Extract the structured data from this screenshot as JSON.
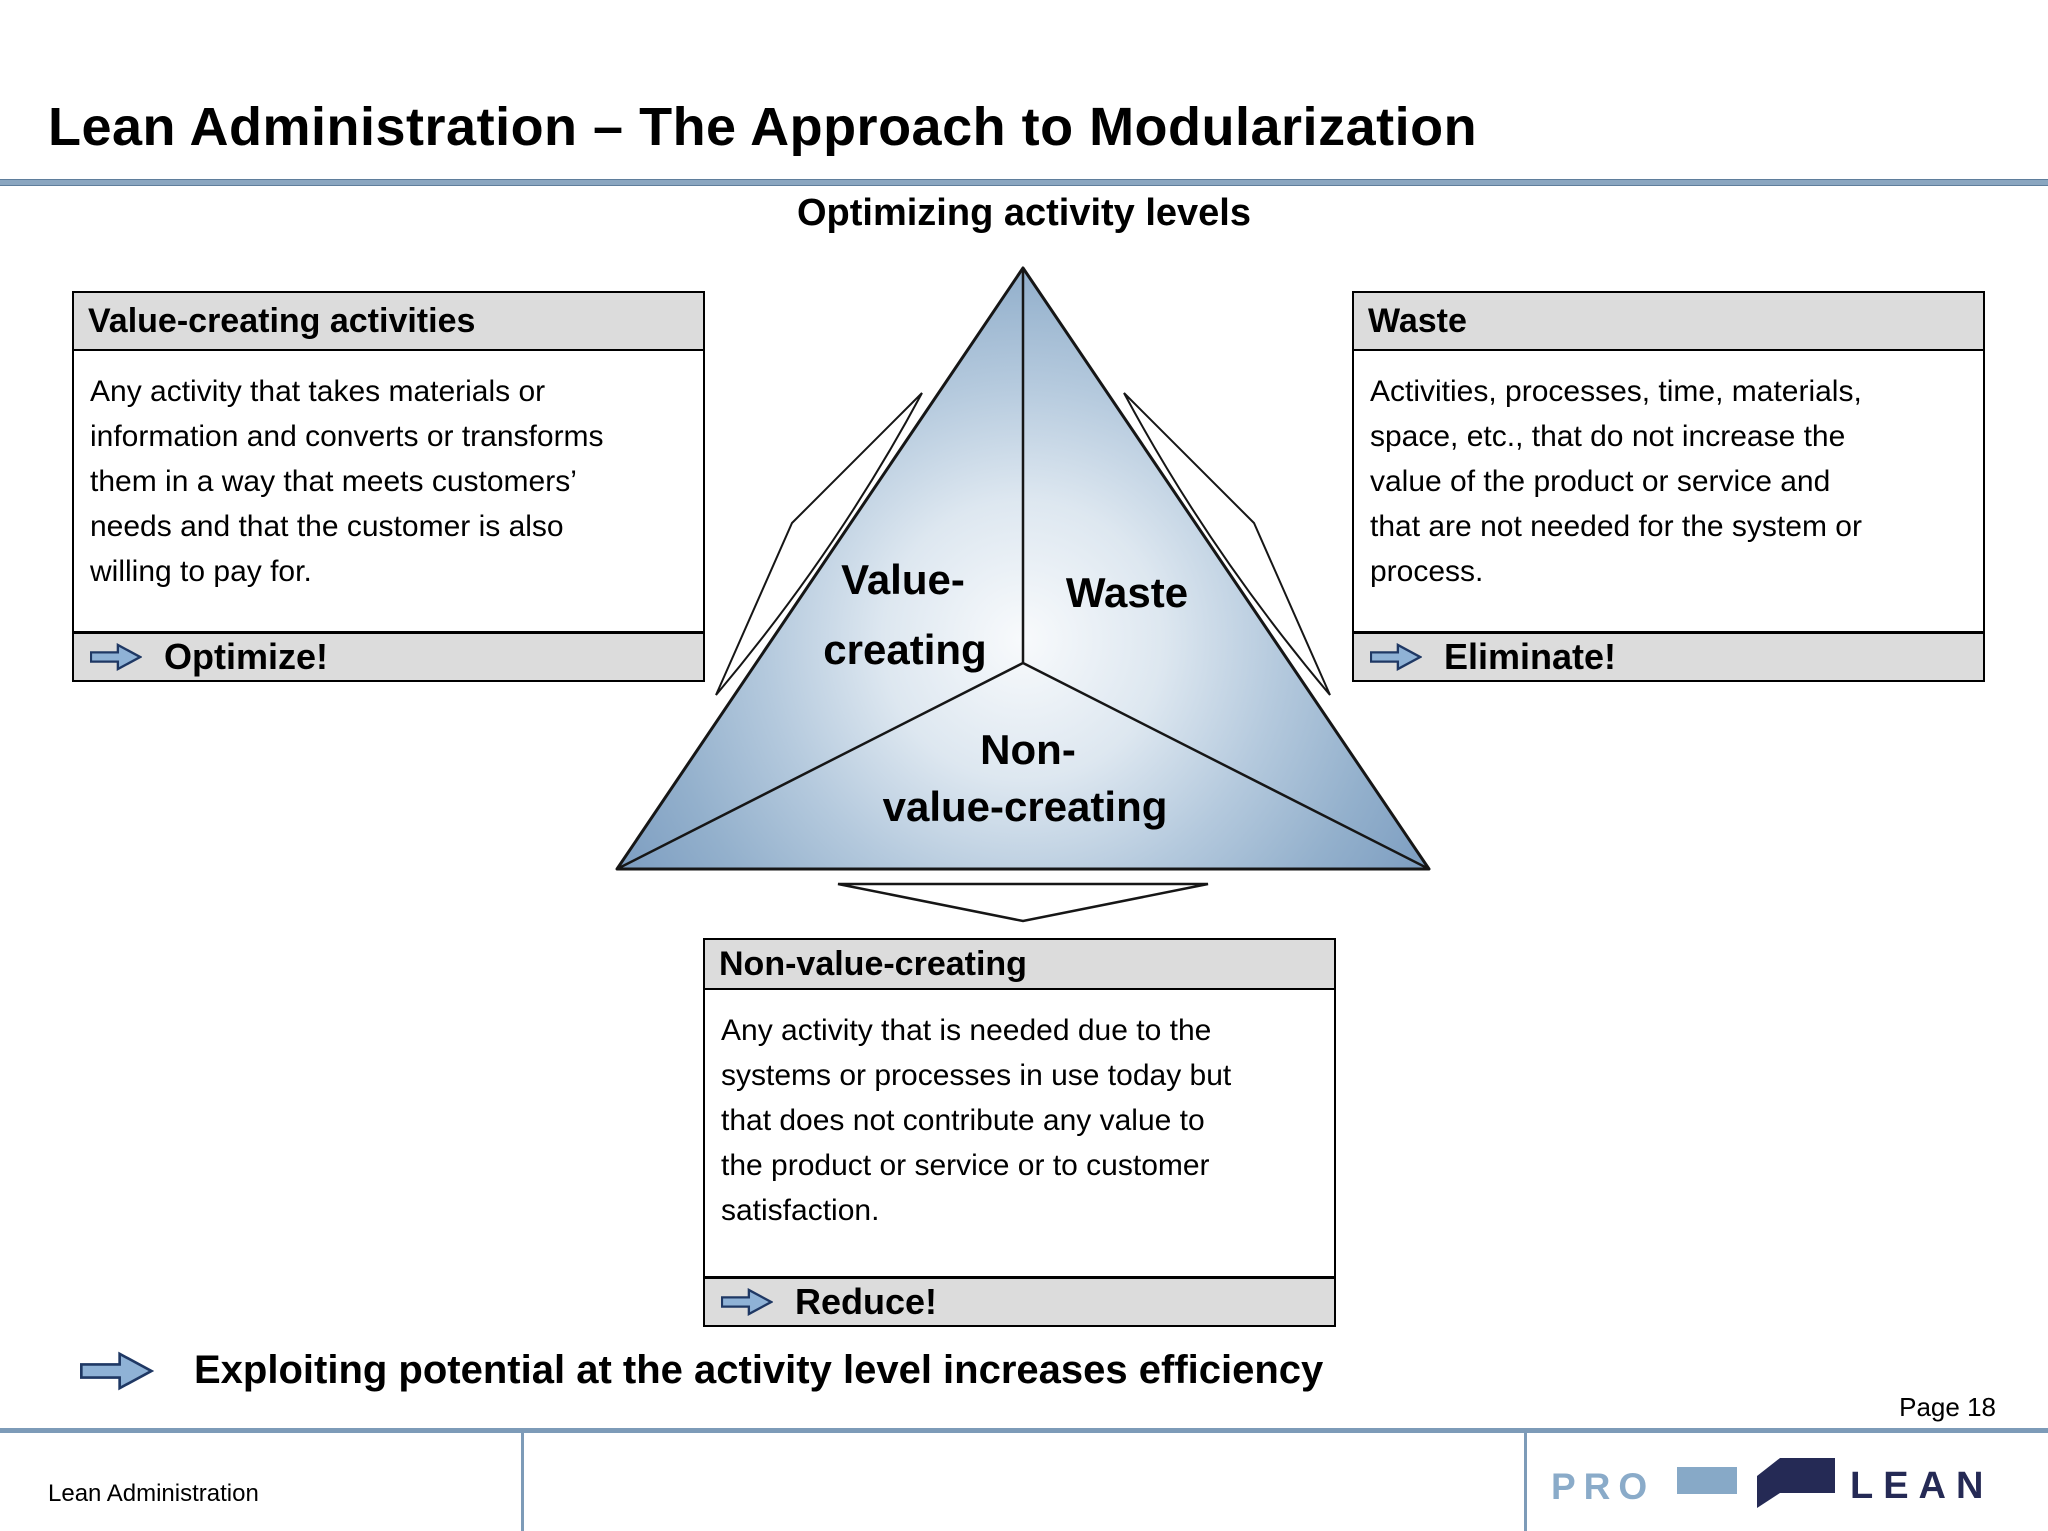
{
  "title": "Lean Administration – The Approach to Modularization",
  "subtitle": "Optimizing activity levels",
  "boxes": {
    "value_creating": {
      "header": "Value-creating activities",
      "lines": [
        "Any activity that takes materials or",
        "information and converts or transforms",
        "them in a way that meets customers’",
        "needs and that the customer is also",
        "willing to pay for."
      ],
      "action": "Optimize!"
    },
    "waste": {
      "header": "Waste",
      "lines": [
        "Activities, processes, time, materials,",
        "space, etc., that do not increase the",
        "value of the product or service and",
        "that are not needed for the system or",
        "process."
      ],
      "action": "Eliminate!"
    },
    "non_value_creating": {
      "header": "Non-value-creating",
      "lines": [
        "Any activity that is needed due to the",
        "systems or processes in use today but",
        "that does not contribute any value to",
        "the product or service or to customer",
        "satisfaction."
      ],
      "action": "Reduce!"
    }
  },
  "triangle": {
    "left_label_line1": "Value-",
    "left_label_line2": "creating",
    "right_label": "Waste",
    "bottom_label_line1": "Non-",
    "bottom_label_line2": "value-creating"
  },
  "takeaway": "Exploiting potential at the activity level increases efficiency",
  "page_label": "Page 18",
  "footer": {
    "left_text": "Lean Administration",
    "logo_pro": "PRO",
    "logo_lean": "LEAN"
  },
  "colors": {
    "accent_rule_blue": "#7d9bb8",
    "header_gray": "#dcdcdc",
    "arrow_fill_blue": "#8fb2d6",
    "arrow_stroke_navy": "#1f3864",
    "triangle_edge_blue": "#7b9cc0",
    "triangle_center_light": "#f8fafc",
    "logo_light_blue": "#87a9c7",
    "logo_navy": "#252a55"
  }
}
